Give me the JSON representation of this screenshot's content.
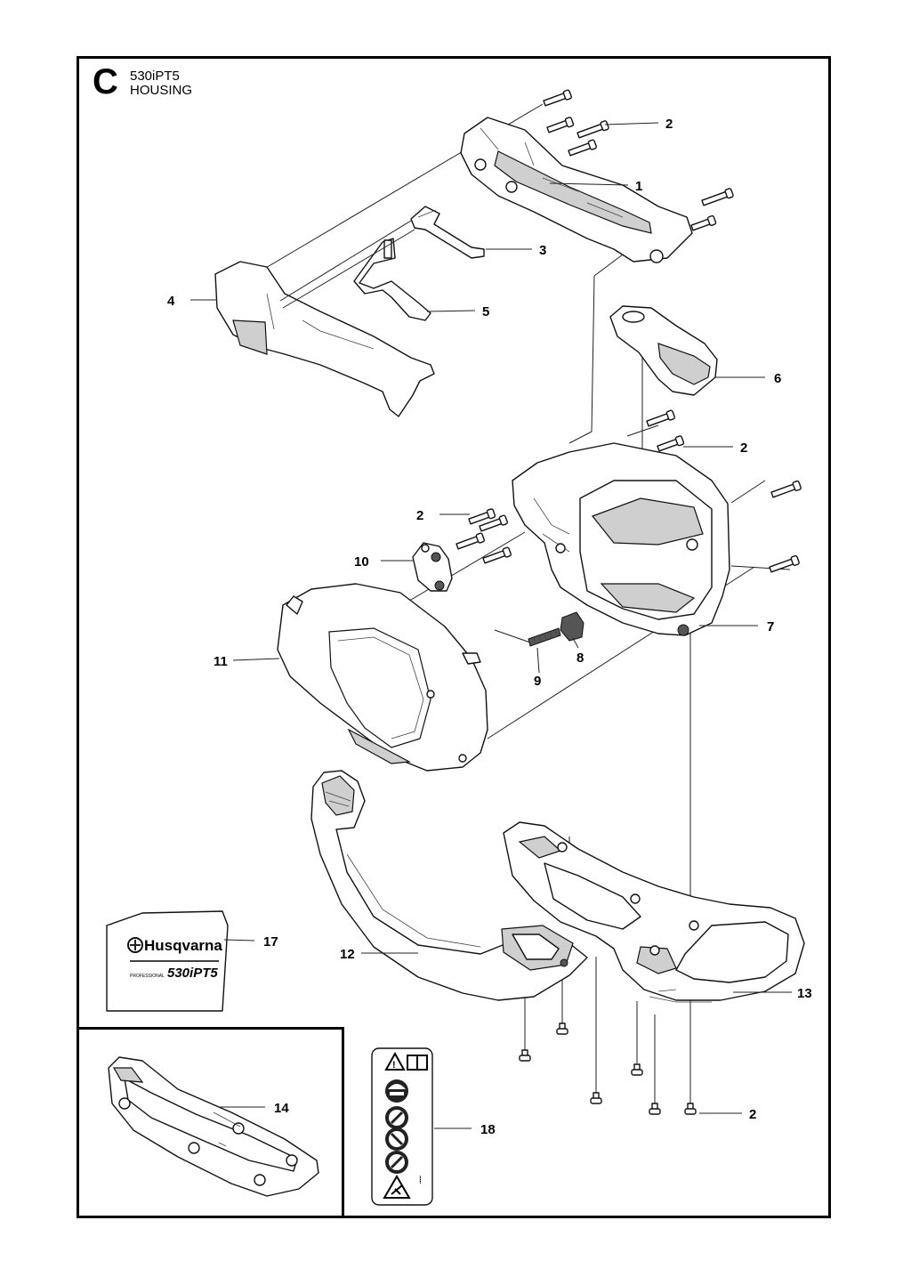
{
  "header": {
    "section_letter": "C",
    "model": "530iPT5",
    "title": "HOUSING"
  },
  "decal_17": {
    "brand": "Husqvarna",
    "tag": "PROFESSIONAL",
    "model": "530iPT5"
  },
  "callouts": [
    "1",
    "2",
    "2",
    "2",
    "2",
    "3",
    "4",
    "5",
    "6",
    "7",
    "8",
    "9",
    "10",
    "11",
    "12",
    "13",
    "14",
    "17",
    "18"
  ],
  "warning_icons": [
    "warning-triangle-icon",
    "manual-book-icon",
    "helmet-protection-icon",
    "no-hand-near-blade-icon",
    "no-bystanders-icon",
    "no-cut-lines-icon",
    "falling-branch-icon"
  ]
}
